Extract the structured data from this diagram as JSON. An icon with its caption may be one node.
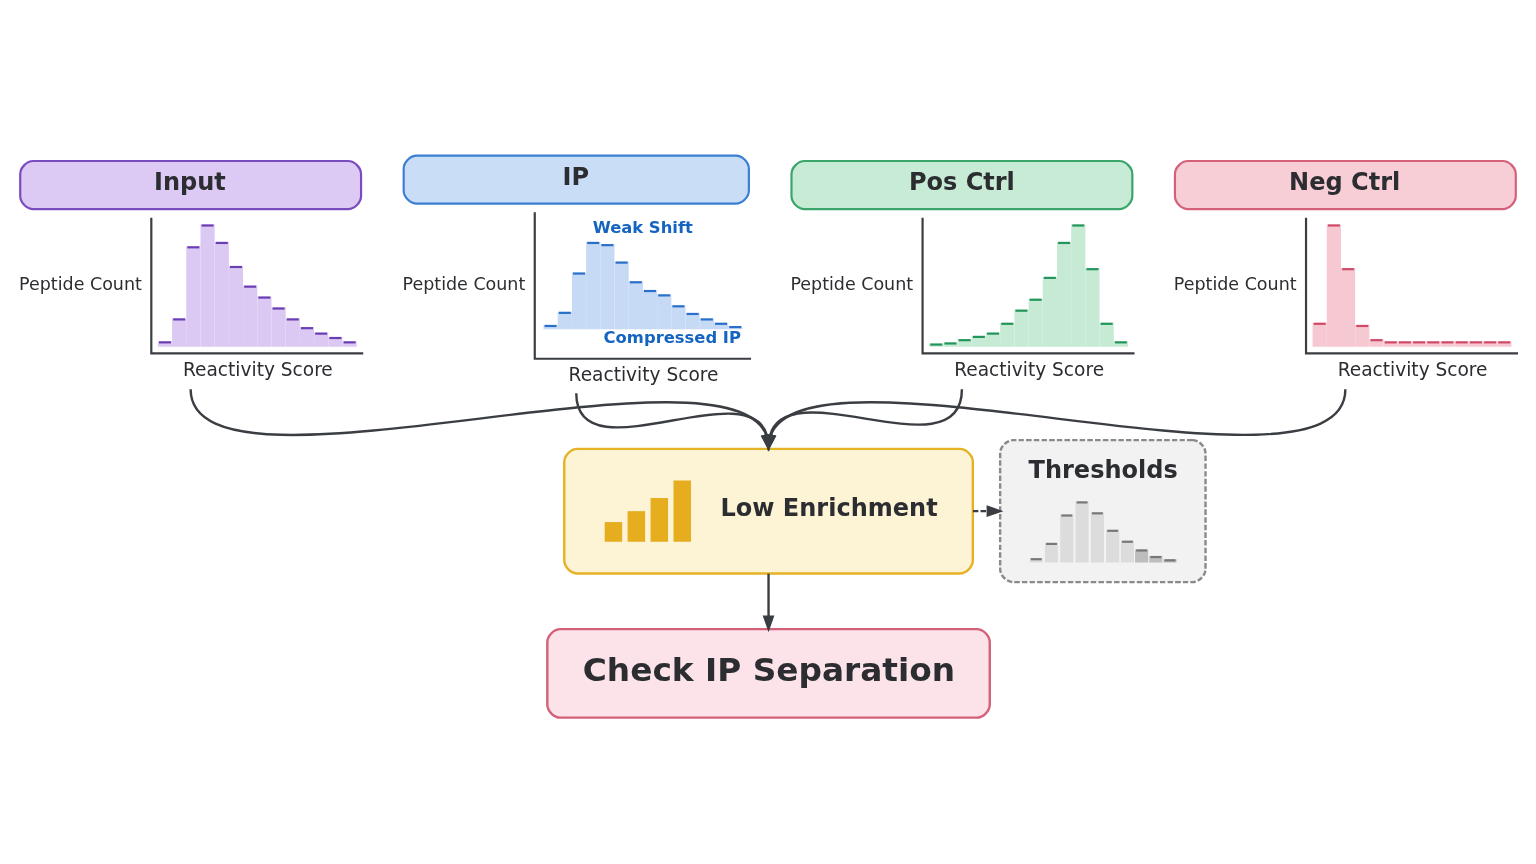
{
  "diagram": {
    "nodes": [
      {
        "text": [
          "Input",
          "Peptide Count",
          "Reactivity Score"
        ]
      },
      {
        "text": [
          "IP",
          "Peptide Count",
          "Weak Shift",
          "Compressed IP",
          "Reactivity Score"
        ]
      },
      {
        "text": [
          "Pos Ctrl",
          "Peptide Count",
          "Reactivity Score"
        ]
      },
      {
        "text": [
          "Neg Ctrl",
          "Peptide Count",
          "Reactivity Score"
        ]
      },
      {
        "text": [
          "Low Enrichment"
        ]
      },
      {
        "text": [
          "Thresholds"
        ]
      },
      {
        "text": [
          "Check IP Separation"
        ]
      }
    ],
    "edges": [
      {
        "from": 0,
        "to": 4,
        "arrow": "to"
      },
      {
        "from": 1,
        "to": 4,
        "arrow": "to"
      },
      {
        "from": 2,
        "to": 4,
        "arrow": "to"
      },
      {
        "from": 3,
        "to": 4,
        "arrow": "to"
      },
      {
        "from": 4,
        "to": 5,
        "arrow": "to",
        "style": "dashed"
      },
      {
        "from": 4,
        "to": 6,
        "arrow": "to"
      }
    ]
  }
}
